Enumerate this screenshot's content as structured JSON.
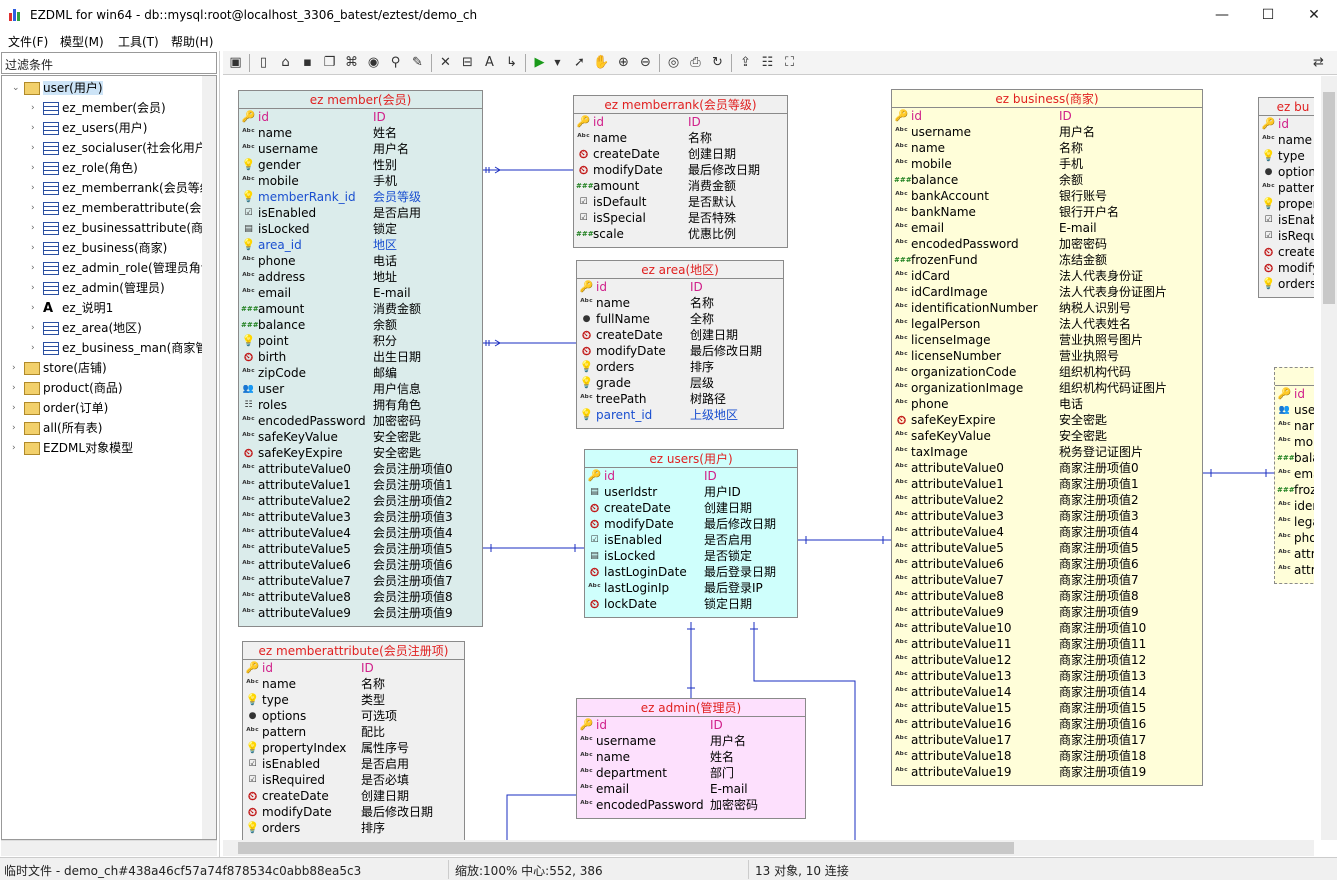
{
  "window": {
    "title": "EZDML for win64 - db::mysql:root@localhost_3306_batest/eztest/demo_ch"
  },
  "menu": [
    "文件(F)",
    "模型(M)",
    "工具(T)",
    "帮助(H)"
  ],
  "filter": {
    "placeholder": "过滤条件"
  },
  "tree": {
    "root": "user(用户)",
    "children": [
      "ez_member(会员)",
      "ez_users(用户)",
      "ez_socialuser(社会化用户",
      "ez_role(角色)",
      "ez_memberrank(会员等级",
      "ez_memberattribute(会员",
      "ez_businessattribute(商家",
      "ez_business(商家)",
      "ez_admin_role(管理员角色",
      "ez_admin(管理员)",
      "ez_说明1",
      "ez_area(地区)",
      "ez_business_man(商家管"
    ],
    "others": [
      "store(店铺)",
      "product(商品)",
      "order(订单)",
      "all(所有表)",
      "EZDML对象模型"
    ]
  },
  "entities": [
    {
      "title": "ez member(会员)",
      "fields": [
        [
          "id",
          "ID",
          "pk"
        ],
        [
          "name",
          "姓名",
          ""
        ],
        [
          "username",
          "用户名",
          ""
        ],
        [
          "gender",
          "性别",
          ""
        ],
        [
          "mobile",
          "手机",
          ""
        ],
        [
          "memberRank_id",
          "会员等级",
          "fk"
        ],
        [
          "isEnabled",
          "是否启用",
          ""
        ],
        [
          "isLocked",
          "锁定",
          ""
        ],
        [
          "area_id",
          "地区",
          "fk"
        ],
        [
          "phone",
          "电话",
          ""
        ],
        [
          "address",
          "地址",
          ""
        ],
        [
          "email",
          "E-mail",
          ""
        ],
        [
          "amount",
          "消费金额",
          ""
        ],
        [
          "balance",
          "余额",
          ""
        ],
        [
          "point",
          "积分",
          ""
        ],
        [
          "birth",
          "出生日期",
          ""
        ],
        [
          "zipCode",
          "邮编",
          ""
        ],
        [
          "user",
          "用户信息",
          ""
        ],
        [
          "roles",
          "拥有角色",
          ""
        ],
        [
          "encodedPassword",
          "加密密码",
          ""
        ],
        [
          "safeKeyValue",
          "安全密匙",
          ""
        ],
        [
          "safeKeyExpire",
          "安全密匙",
          ""
        ],
        [
          "attributeValue0",
          "会员注册项值0",
          ""
        ],
        [
          "attributeValue1",
          "会员注册项值1",
          ""
        ],
        [
          "attributeValue2",
          "会员注册项值2",
          ""
        ],
        [
          "attributeValue3",
          "会员注册项值3",
          ""
        ],
        [
          "attributeValue4",
          "会员注册项值4",
          ""
        ],
        [
          "attributeValue5",
          "会员注册项值5",
          ""
        ],
        [
          "attributeValue6",
          "会员注册项值6",
          ""
        ],
        [
          "attributeValue7",
          "会员注册项值7",
          ""
        ],
        [
          "attributeValue8",
          "会员注册项值8",
          ""
        ],
        [
          "attributeValue9",
          "会员注册项值9",
          ""
        ]
      ]
    },
    {
      "title": "ez memberrank(会员等级)",
      "fields": [
        [
          "id",
          "ID",
          "pk"
        ],
        [
          "name",
          "名称",
          ""
        ],
        [
          "createDate",
          "创建日期",
          ""
        ],
        [
          "modifyDate",
          "最后修改日期",
          ""
        ],
        [
          "amount",
          "消费金额",
          ""
        ],
        [
          "isDefault",
          "是否默认",
          ""
        ],
        [
          "isSpecial",
          "是否特殊",
          ""
        ],
        [
          "scale",
          "优惠比例",
          ""
        ]
      ]
    },
    {
      "title": "ez area(地区)",
      "fields": [
        [
          "id",
          "ID",
          "pk"
        ],
        [
          "name",
          "名称",
          ""
        ],
        [
          "fullName",
          "全称",
          ""
        ],
        [
          "createDate",
          "创建日期",
          ""
        ],
        [
          "modifyDate",
          "最后修改日期",
          ""
        ],
        [
          "orders",
          "排序",
          ""
        ],
        [
          "grade",
          "层级",
          ""
        ],
        [
          "treePath",
          "树路径",
          ""
        ],
        [
          "parent_id",
          "上级地区",
          "fk"
        ]
      ]
    },
    {
      "title": "ez users(用户)",
      "fields": [
        [
          "id",
          "ID",
          "pk"
        ],
        [
          "userIdstr",
          "用户ID",
          ""
        ],
        [
          "createDate",
          "创建日期",
          ""
        ],
        [
          "modifyDate",
          "最后修改日期",
          ""
        ],
        [
          "isEnabled",
          "是否启用",
          ""
        ],
        [
          "isLocked",
          "是否锁定",
          ""
        ],
        [
          "lastLoginDate",
          "最后登录日期",
          ""
        ],
        [
          "lastLoginIp",
          "最后登录IP",
          ""
        ],
        [
          "lockDate",
          "锁定日期",
          ""
        ]
      ]
    },
    {
      "title": "ez business(商家)",
      "fields": [
        [
          "id",
          "ID",
          "pk"
        ],
        [
          "username",
          "用户名",
          ""
        ],
        [
          "name",
          "名称",
          ""
        ],
        [
          "mobile",
          "手机",
          ""
        ],
        [
          "balance",
          "余额",
          ""
        ],
        [
          "bankAccount",
          "银行账号",
          ""
        ],
        [
          "bankName",
          "银行开户名",
          ""
        ],
        [
          "email",
          "E-mail",
          ""
        ],
        [
          "encodedPassword",
          "加密密码",
          ""
        ],
        [
          "frozenFund",
          "冻结金额",
          ""
        ],
        [
          "idCard",
          "法人代表身份证",
          ""
        ],
        [
          "idCardImage",
          "法人代表身份证图片",
          ""
        ],
        [
          "identificationNumber",
          "纳税人识别号",
          ""
        ],
        [
          "legalPerson",
          "法人代表姓名",
          ""
        ],
        [
          "licenseImage",
          "营业执照号图片",
          ""
        ],
        [
          "licenseNumber",
          "营业执照号",
          ""
        ],
        [
          "organizationCode",
          "组织机构代码",
          ""
        ],
        [
          "organizationImage",
          "组织机构代码证图片",
          ""
        ],
        [
          "phone",
          "电话",
          ""
        ],
        [
          "safeKeyExpire",
          "安全密匙",
          ""
        ],
        [
          "safeKeyValue",
          "安全密匙",
          ""
        ],
        [
          "taxImage",
          "税务登记证图片",
          ""
        ],
        [
          "attributeValue0",
          "商家注册项值0",
          ""
        ],
        [
          "attributeValue1",
          "商家注册项值1",
          ""
        ],
        [
          "attributeValue2",
          "商家注册项值2",
          ""
        ],
        [
          "attributeValue3",
          "商家注册项值3",
          ""
        ],
        [
          "attributeValue4",
          "商家注册项值4",
          ""
        ],
        [
          "attributeValue5",
          "商家注册项值5",
          ""
        ],
        [
          "attributeValue6",
          "商家注册项值6",
          ""
        ],
        [
          "attributeValue7",
          "商家注册项值7",
          ""
        ],
        [
          "attributeValue8",
          "商家注册项值8",
          ""
        ],
        [
          "attributeValue9",
          "商家注册项值9",
          ""
        ],
        [
          "attributeValue10",
          "商家注册项值10",
          ""
        ],
        [
          "attributeValue11",
          "商家注册项值11",
          ""
        ],
        [
          "attributeValue12",
          "商家注册项值12",
          ""
        ],
        [
          "attributeValue13",
          "商家注册项值13",
          ""
        ],
        [
          "attributeValue14",
          "商家注册项值14",
          ""
        ],
        [
          "attributeValue15",
          "商家注册项值15",
          ""
        ],
        [
          "attributeValue16",
          "商家注册项值16",
          ""
        ],
        [
          "attributeValue17",
          "商家注册项值17",
          ""
        ],
        [
          "attributeValue18",
          "商家注册项值18",
          ""
        ],
        [
          "attributeValue19",
          "商家注册项值19",
          ""
        ]
      ]
    },
    {
      "title": "ez memberattribute(会员注册项)",
      "fields": [
        [
          "id",
          "ID",
          "pk"
        ],
        [
          "name",
          "名称",
          ""
        ],
        [
          "type",
          "类型",
          ""
        ],
        [
          "options",
          "可选项",
          ""
        ],
        [
          "pattern",
          "配比",
          ""
        ],
        [
          "propertyIndex",
          "属性序号",
          ""
        ],
        [
          "isEnabled",
          "是否启用",
          ""
        ],
        [
          "isRequired",
          "是否必填",
          ""
        ],
        [
          "createDate",
          "创建日期",
          ""
        ],
        [
          "modifyDate",
          "最后修改日期",
          ""
        ],
        [
          "orders",
          "排序",
          ""
        ]
      ]
    },
    {
      "title": "ez admin(管理员)",
      "fields": [
        [
          "id",
          "ID",
          "pk"
        ],
        [
          "username",
          "用户名",
          ""
        ],
        [
          "name",
          "姓名",
          ""
        ],
        [
          "department",
          "部门",
          ""
        ],
        [
          "email",
          "E-mail",
          ""
        ],
        [
          "encodedPassword",
          "加密密码",
          ""
        ]
      ]
    },
    {
      "title": "ez bu",
      "fields": [
        [
          "id",
          "",
          "pk"
        ],
        [
          "name",
          "",
          ""
        ],
        [
          "type",
          "",
          ""
        ],
        [
          "option",
          "",
          ""
        ],
        [
          "pattern",
          "",
          ""
        ],
        [
          "proper",
          "",
          ""
        ],
        [
          "isEnab",
          "",
          ""
        ],
        [
          "isRequ",
          "",
          ""
        ],
        [
          "createl",
          "",
          ""
        ],
        [
          "modify",
          "",
          ""
        ],
        [
          "orders",
          "",
          ""
        ]
      ]
    },
    {
      "title": "",
      "fields": [
        [
          "id",
          "",
          "pk"
        ],
        [
          "user",
          "",
          ""
        ],
        [
          "nam",
          "",
          ""
        ],
        [
          "mob",
          "",
          ""
        ],
        [
          "bala",
          "",
          ""
        ],
        [
          "ema",
          "",
          ""
        ],
        [
          "froz",
          "",
          ""
        ],
        [
          "ider",
          "",
          ""
        ],
        [
          "lega",
          "",
          ""
        ],
        [
          "pho",
          "",
          ""
        ],
        [
          "attri",
          "",
          ""
        ],
        [
          "attri",
          "",
          ""
        ]
      ]
    }
  ],
  "status": {
    "file": "临时文件 - demo_ch#438a46cf57a74f878534c0abb88ea5c3",
    "zoom": "缩放:100% 中心:552, 386",
    "objects": "13 对象, 10 连接"
  }
}
